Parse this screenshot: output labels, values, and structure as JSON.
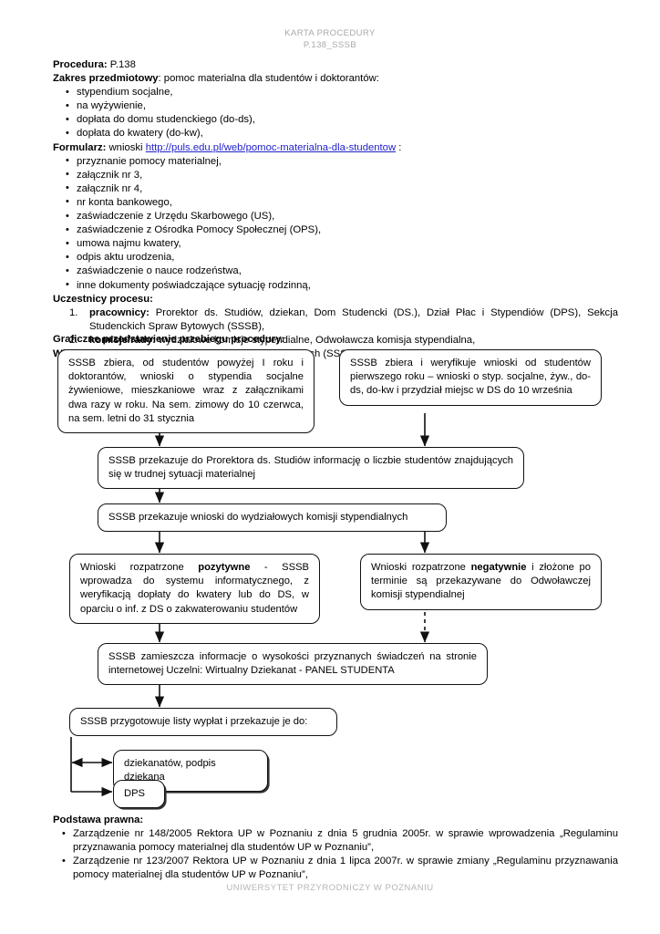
{
  "header": {
    "line1": "KARTA PROCEDURY",
    "line2": "P.138_SSSB"
  },
  "footer": {
    "text": "UNIWERSYTET PRZYRODNICZY W POZNANIU"
  },
  "procedure": {
    "label": "Procedura:",
    "value": "P.138"
  },
  "scope": {
    "label": "Zakres przedmiotowy",
    "value": ": pomoc materialna dla studentów i doktorantów:",
    "items": [
      "stypendium socjalne,",
      "na wyżywienie,",
      "dopłata do domu studenckiego (do-ds),",
      "dopłata do kwatery (do-kw),"
    ]
  },
  "forms": {
    "label": "Formularz:",
    "prefix": " wnioski ",
    "link_text": "http://puls.edu.pl/web/pomoc-materialna-dla-studentow",
    "suffix": " :",
    "items": [
      "przyznanie pomocy materialnej,",
      "załącznik nr 3,",
      "załącznik nr 4,",
      "nr konta bankowego,",
      "zaświadczenie z Urzędu Skarbowego (US),",
      "zaświadczenie z Ośrodka Pomocy Społecznej (OPS),",
      "umowa najmu kwatery,",
      "odpis aktu urodzenia,",
      "zaświadczenie o nauce rodzeństwa,",
      "inne dokumenty poświadczające sytuację rodzinną,"
    ]
  },
  "participants": {
    "label": "Uczestnicy procesu:",
    "items": [
      {
        "bold": "pracownicy:",
        "text": " Prorektor ds. Studiów, dziekan, Dom Studencki (DS.), Dział Płac i Stypendiów (DPS), Sekcja Studenckich Spraw Bytowych (SSSB),"
      },
      {
        "bold": "komisje/rady:",
        "text": " wydziałowe komisje stypendialne, Odwoławcza komisja stypendialna,"
      }
    ]
  },
  "owner": {
    "label": "Właściciel procesu",
    "value": ": Sekcja Studenckich Spraw Bytowych (SSSB),"
  },
  "flowchart": {
    "heading": "Graficzne przedstawienie przebiegu procedury:",
    "nodes": {
      "collect_upper": "SSSB zbiera, od studentów powyżej I roku i doktorantów, wnioski o stypendia socjalne żywieniowe, mieszkaniowe wraz z załącznikami dwa razy w roku. Na sem. zimowy do 10 czerwca, na sem. letni do 31 stycznia",
      "collect_first_year": "SSSB zbiera i weryfikuje wnioski od studentów pierwszego roku – wnioski o styp. socjalne, żyw., do-ds, do-kw i przydział miejsc w DS do 10 września",
      "inform_prorector": "SSSB przekazuje do Prorektora ds. Studiów informację o liczbie studentów znajdujących się w trudnej sytuacji materialnej",
      "forward_commissions": "SSSB przekazuje wnioski do wydziałowych komisji stypendialnych",
      "positive_pre": "Wnioski rozpatrzone ",
      "positive_bold": "pozytywne",
      "positive_post": " - SSSB wprowadza do systemu informatycznego, z weryfikacją dopłaty do kwatery lub do DS, w oparciu o inf. z DS o zakwaterowaniu studentów",
      "negative_pre": "Wnioski rozpatrzone ",
      "negative_bold": "negatywnie",
      "negative_post": " i złożone po terminie są przekazywane do Odwoławczej komisji stypendialnej",
      "publish_info": "SSSB zamieszcza informacje o wysokości przyznanych świadczeń na stronie internetowej Uczelni: Wirtualny Dziekanat - PANEL STUDENTA",
      "payment_lists": "SSSB przygotowuje listy wypłat i przekazuje je do:",
      "deanery": "dziekanatów, podpis dziekana",
      "dps": "DPS"
    }
  },
  "legal": {
    "label": "Podstawa prawna:",
    "items": [
      "Zarządzenie nr 148/2005 Rektora UP w Poznaniu z dnia 5 grudnia 2005r. w sprawie wprowadzenia „Regulaminu przyznawania pomocy materialnej dla studentów UP w Poznaniu”,",
      "Zarządzenie nr 123/2007 Rektora UP w Poznaniu z dnia 1 lipca 2007r. w sprawie zmiany „Regulaminu przyznawania pomocy materialnej dla studentów UP w Poznaniu”,"
    ]
  }
}
